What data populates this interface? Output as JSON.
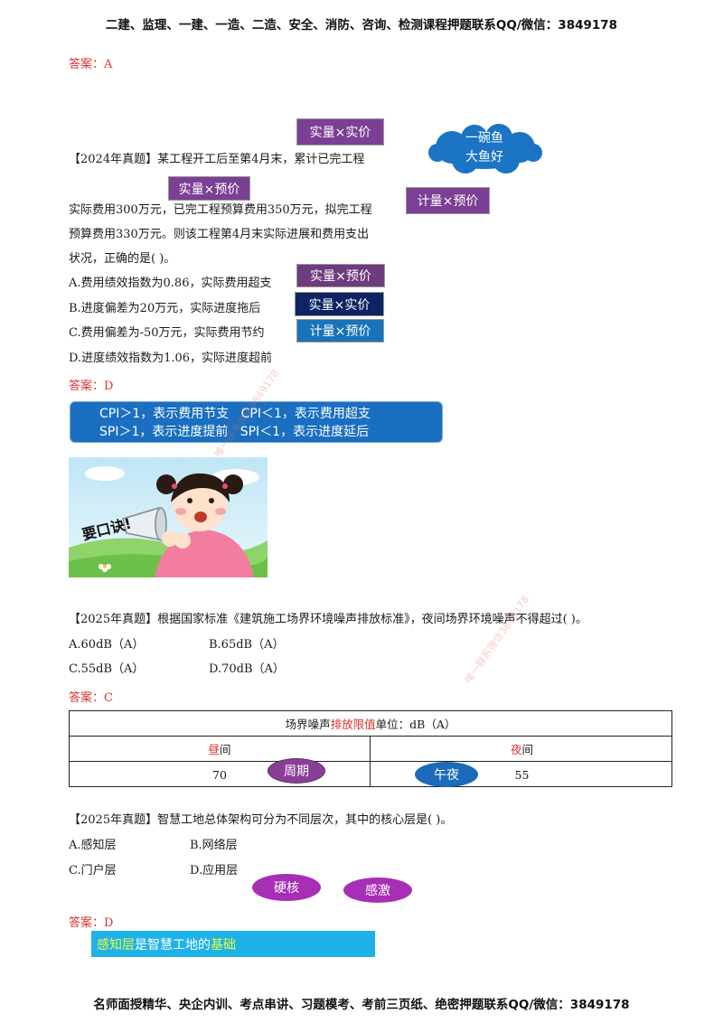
{
  "header": "二建、监理、一建、一造、二造、安全、消防、咨询、检测课程押题联系QQ/微信：3849178",
  "footer": "名师面授精华、央企内训、考点串讲、习题模考、考前三页纸、绝密押题联系QQ/微信：3849178",
  "answer1": "答案：A",
  "q1": {
    "line1": "【2024年真题】某工程开工后至第4月末，累计已完工程",
    "line2": "实际费用300万元，已完工程预算费用350万元，拟完工程",
    "line3": "预算费用330万元。则该工程第4月末实际进展和费用支出",
    "line4": "状况，正确的是( )。",
    "options": [
      "A.费用绩效指数为0.86，实际费用超支",
      "B.进度偏差为20万元，实际进度拖后",
      "C.费用偏差为-50万元，实际费用节约",
      "D.进度绩效指数为1.06，实际进度超前"
    ],
    "answer": "答案：D"
  },
  "tags": {
    "actual_actual": "实量×实价",
    "actual_budget": "实量×预价",
    "plan_budget": "计量×预价",
    "cloud_line1": "一碗鱼",
    "cloud_line2": "大鱼好"
  },
  "side_tags": [
    "实量×预价",
    "实量×实价",
    "计量×预价"
  ],
  "banner": {
    "line1": "CPI＞1，表示费用节支   CPI＜1，表示费用超支",
    "line2": "SPI＞1，表示进度提前   SPI＜1，表示进度延后"
  },
  "image_caption": "要口诀!",
  "q2": {
    "stem": "【2025年真题】根据国家标准《建筑施工场界环境噪声排放标准》，夜间场界环境噪声不得超过( )。",
    "options": [
      "A.60dB（A）",
      "B.65dB（A）",
      "C.55dB（A）",
      "D.70dB（A）"
    ],
    "answer": "答案：C"
  },
  "table": {
    "title_pre": "场界噪声",
    "title_red": "排放限值",
    "title_post": "单位：dB（A）",
    "day_red": "昼",
    "day_rest": "间",
    "night_red": "夜",
    "night_rest": "间",
    "day_value": "70",
    "night_value": "55",
    "oval_day": "周期",
    "oval_night": "午夜"
  },
  "q3": {
    "stem": "【2025年真题】智慧工地总体架构可分为不同层次，其中的核心层是( )。",
    "options": [
      "A.感知层",
      "B.网络层",
      "C.门户层",
      "D.应用层"
    ],
    "oval1": "硬核",
    "oval2": "感激",
    "answer": "答案：D"
  },
  "note": {
    "p1": "感知层",
    "p2": "是智慧工地的",
    "p3": "基础"
  },
  "watermark": "唯一联系微信3849178",
  "colors": {
    "answer_red": "#e03030",
    "purple": "#7b3f93",
    "navy": "#0c2461",
    "blue": "#1a73b8",
    "banner_blue": "#1a6fc0",
    "cyan": "#1fb2e8"
  }
}
